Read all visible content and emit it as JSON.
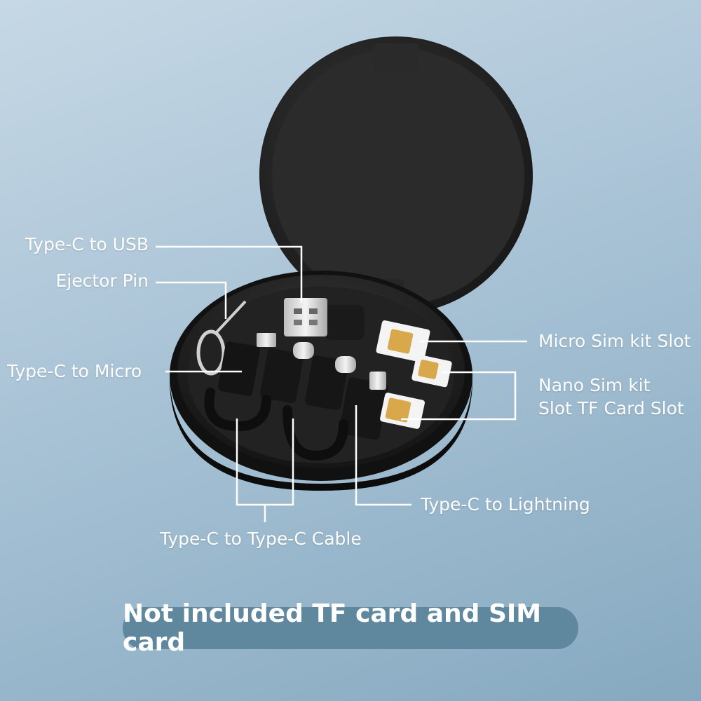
{
  "labels": {
    "type_c_to_usb": "Type-C to USB",
    "ejector_pin": "Ejector Pin",
    "type_c_to_micro": "Type-C to Micro",
    "micro_sim_kit_slot": "Micro Sim kit Slot",
    "nano_sim_kit_line1": "Nano Sim kit",
    "nano_sim_kit_line2": "Slot TF Card Slot",
    "type_c_to_lightning": "Type-C to Lightning",
    "type_c_to_type_c_cable": "Type-C to Type-C Cable"
  },
  "banner": {
    "text": "Not included TF card and SIM card"
  },
  "colors": {
    "case": "#1e1e1e",
    "banner": "#5f879d",
    "callout_line": "#ffffff",
    "sim_gold": "#d8a84a"
  }
}
